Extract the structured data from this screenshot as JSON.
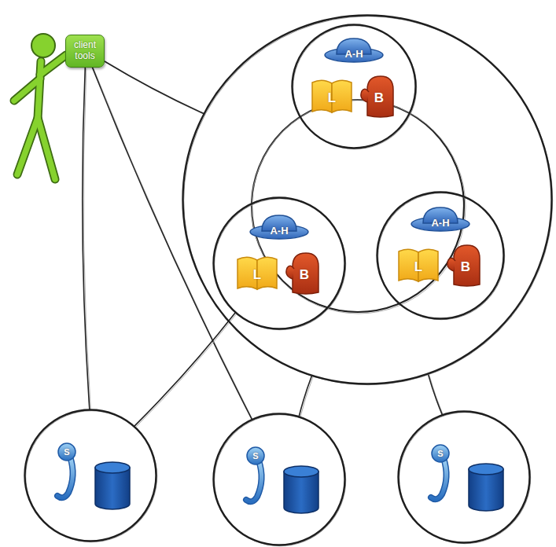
{
  "diagram": {
    "nodes": [
      {
        "text": [
          "client tools"
        ]
      },
      {
        "text": []
      },
      {
        "text": [
          "A-H",
          "L",
          "B"
        ],
        "in": 1
      },
      {
        "text": [
          "A-H",
          "L",
          "B"
        ],
        "in": 1
      },
      {
        "text": [
          "A-H",
          "L",
          "B"
        ],
        "in": 1
      },
      {
        "text": [
          "S"
        ]
      },
      {
        "text": [
          "S"
        ]
      },
      {
        "text": [
          "S"
        ]
      }
    ],
    "edges": [
      {
        "from": 0,
        "to": 1,
        "arrow": "none"
      },
      {
        "from": 0,
        "to": 5,
        "arrow": "none"
      },
      {
        "from": 0,
        "to": 6,
        "arrow": "none"
      },
      {
        "from": 5,
        "to": 3,
        "arrow": "none"
      },
      {
        "from": 1,
        "to": 6,
        "arrow": "none"
      },
      {
        "from": 1,
        "to": 7,
        "arrow": "none"
      }
    ]
  }
}
